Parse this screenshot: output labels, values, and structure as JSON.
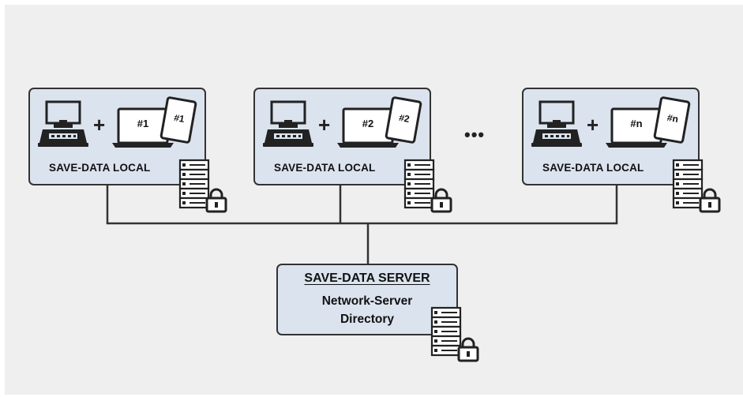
{
  "colors": {
    "background": "#efefef",
    "box_fill": "#dbe3ee",
    "stroke": "#333333"
  },
  "local_nodes": [
    {
      "label": "SAVE-DATA LOCAL",
      "laptop_label": "#1",
      "tablet_label": "#1"
    },
    {
      "label": "SAVE-DATA LOCAL",
      "laptop_label": "#2",
      "tablet_label": "#2"
    },
    {
      "label": "SAVE-DATA LOCAL",
      "laptop_label": "#n",
      "tablet_label": "#n"
    }
  ],
  "plus_sign": "+",
  "ellipsis": "•••",
  "server": {
    "title": "SAVE-DATA SERVER",
    "line1": "Network-Server",
    "line2": "Directory"
  },
  "icons": [
    "balance-scale-icon",
    "laptop-icon",
    "tablet-icon",
    "server-rack-icon",
    "lock-icon"
  ]
}
